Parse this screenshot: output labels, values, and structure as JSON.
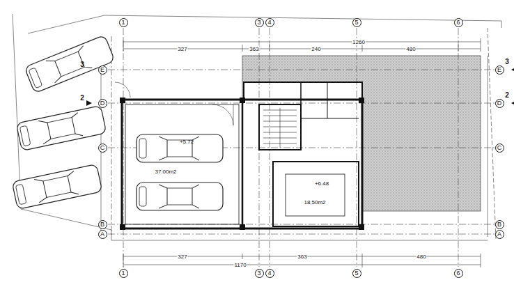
{
  "diagram": {
    "nodes": [
      {
        "text": [
          "1"
        ]
      },
      {
        "text": [
          "3"
        ]
      },
      {
        "text": [
          "4"
        ]
      },
      {
        "text": [
          "5"
        ]
      },
      {
        "text": [
          "6"
        ]
      },
      {
        "text": [
          "E"
        ]
      },
      {
        "text": [
          "D"
        ]
      },
      {
        "text": [
          "C"
        ]
      },
      {
        "text": [
          "B"
        ]
      },
      {
        "text": [
          "A"
        ]
      },
      {
        "text": [
          "E"
        ]
      },
      {
        "text": [
          "D"
        ]
      },
      {
        "text": [
          "C"
        ]
      },
      {
        "text": [
          "B"
        ]
      },
      {
        "text": [
          "A"
        ]
      },
      {
        "text": [
          "1"
        ]
      },
      {
        "text": [
          "3"
        ]
      },
      {
        "text": [
          "4"
        ]
      },
      {
        "text": [
          "5"
        ]
      },
      {
        "text": [
          "6"
        ]
      }
    ],
    "labels": [
      "3",
      "2",
      "3",
      "2",
      "327",
      "363",
      "240",
      "480",
      "1260",
      "327",
      "363",
      "480",
      "1170",
      "+5.72",
      "37.00m2",
      "+6.48",
      "18.50m2"
    ]
  }
}
